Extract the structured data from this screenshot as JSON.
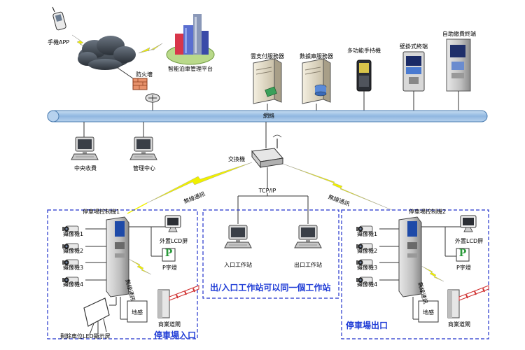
{
  "labels": {
    "mobile_app": "手機APP",
    "firewall": "防火墻",
    "parking_platform": "智能泊車管理平台",
    "cloud_payment_server": "雲支付服務器",
    "database_server": "數據庫服務器",
    "handheld": "多功能手持機",
    "wall_terminal": "壁掛式終端",
    "self_pay_terminal": "自助繳費終端",
    "network": "網絡",
    "central_cashier": "中央收費",
    "management_center": "管理中心",
    "switch": "交換機",
    "tcp_ip": "TCP/IP",
    "wireless_left": "無線通訊",
    "wireless_right": "無線通訊",
    "wireless_entry": "無線通訊",
    "wireless_exit": "無線通訊"
  },
  "entry_zone": {
    "controller": "停車場控制機1",
    "cameras": [
      "攝像機1",
      "攝像機2",
      "攝像機3",
      "攝像機4"
    ],
    "lcd": "外置LCD屏",
    "p_sign_letter": "P",
    "p_sign": "P字燈",
    "ground_sensor": "地感",
    "barrier": "商業道閘",
    "led_display": "剩餘車位LED顯示屏",
    "title": "停車場入口"
  },
  "middle_zone": {
    "entry_station": "入口工作站",
    "exit_station": "出口工作站",
    "title": "出/入口工作站可以同一個工作站"
  },
  "exit_zone": {
    "controller": "停車場控制機2",
    "cameras": [
      "攝像機1",
      "攝像機2",
      "攝像機3",
      "攝像機4"
    ],
    "lcd": "外置LCD屏",
    "p_sign_letter": "P",
    "p_sign": "P字燈",
    "ground_sensor": "地感",
    "barrier": "商業道閘",
    "title": "停車場出口"
  },
  "colors": {
    "bus_fill": "#9fc3e6",
    "bus_stroke": "#4a7cb0",
    "zone_border": "#2233cc",
    "zone_title": "#1f3cd6",
    "lightning": "#f0f000",
    "p_sign_green": "#2a9a3a"
  }
}
